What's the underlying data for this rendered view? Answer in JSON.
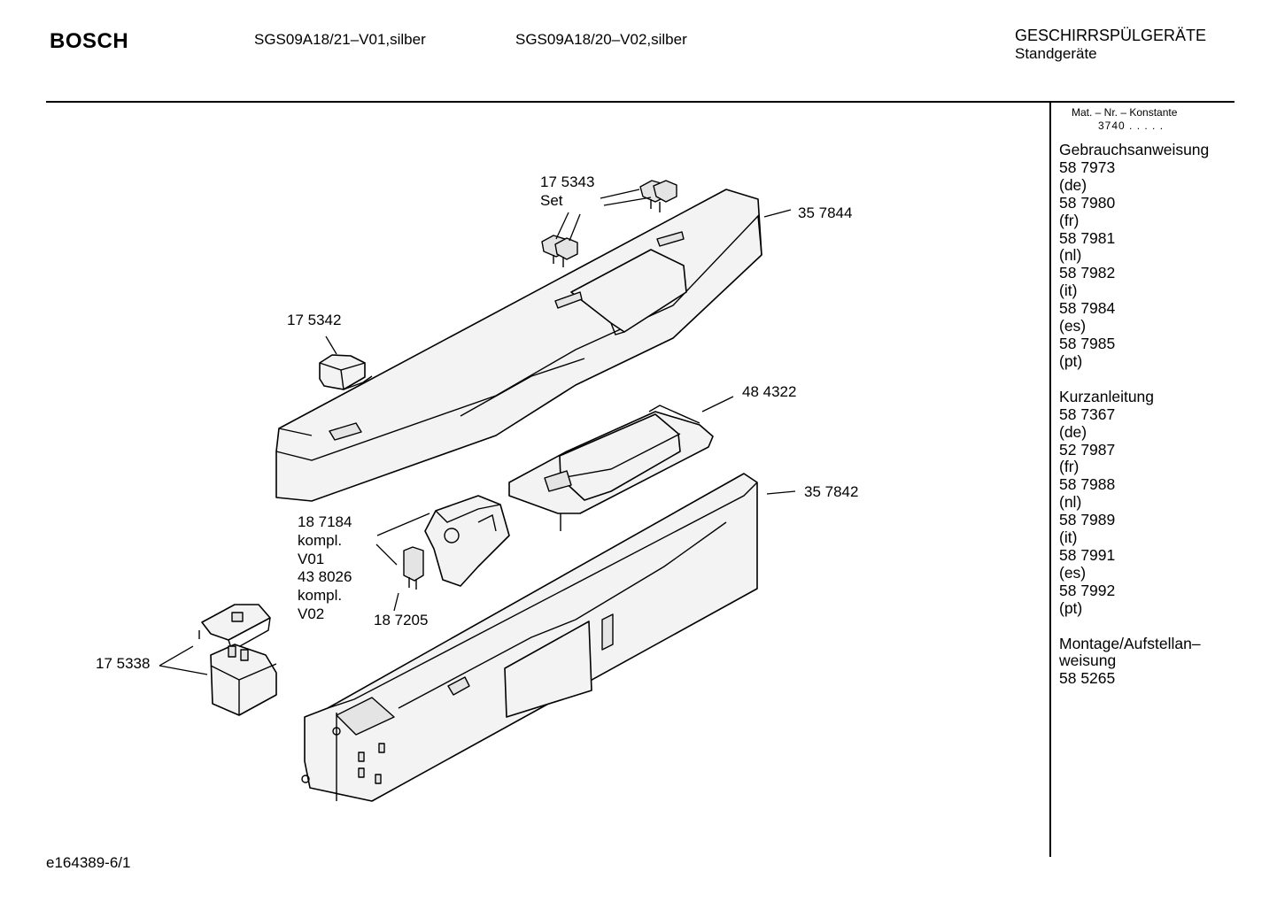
{
  "header": {
    "brand": "BOSCH",
    "models": [
      "SGS09A18/21–V01,silber",
      "SGS09A18/20–V02,silber"
    ],
    "category": "GESCHIRRSPÜLGERÄTE",
    "subcategory": "Standgeräte"
  },
  "sidebar": {
    "mat_label": "Mat. – Nr. – Konstante",
    "mat_value": "3740 .  .  .  .  .",
    "sections": [
      {
        "title": "Gebrauchsanweisung",
        "entries": [
          {
            "number": "58 7973",
            "lang": "(de)"
          },
          {
            "number": "58 7980",
            "lang": "(fr)"
          },
          {
            "number": "58 7981",
            "lang": "(nl)"
          },
          {
            "number": "58 7982",
            "lang": "(it)"
          },
          {
            "number": "58 7984",
            "lang": "(es)"
          },
          {
            "number": "58 7985",
            "lang": "(pt)"
          }
        ]
      },
      {
        "title": "Kurzanleitung",
        "entries": [
          {
            "number": "58 7367",
            "lang": "(de)"
          },
          {
            "number": "52 7987",
            "lang": "(fr)"
          },
          {
            "number": "58 7988",
            "lang": "(nl)"
          },
          {
            "number": "58 7989",
            "lang": "(it)"
          },
          {
            "number": "58 7991",
            "lang": "(es)"
          },
          {
            "number": "58 7992",
            "lang": "(pt)"
          }
        ]
      },
      {
        "title_lines": [
          "Montage/Aufstellan–",
          "weisung"
        ],
        "number": "58 5265"
      }
    ]
  },
  "callouts": {
    "p175343": [
      "17 5343",
      "Set"
    ],
    "p357844": "35 7844",
    "p175342": "17 5342",
    "p484322": "48 4322",
    "p357842": "35 7842",
    "p187184": [
      "18 7184",
      "kompl.",
      "V01",
      "43 8026",
      "kompl.",
      "V02"
    ],
    "p187205": "18 7205",
    "p175338": "17 5338"
  },
  "footer": "e164389-6/1"
}
